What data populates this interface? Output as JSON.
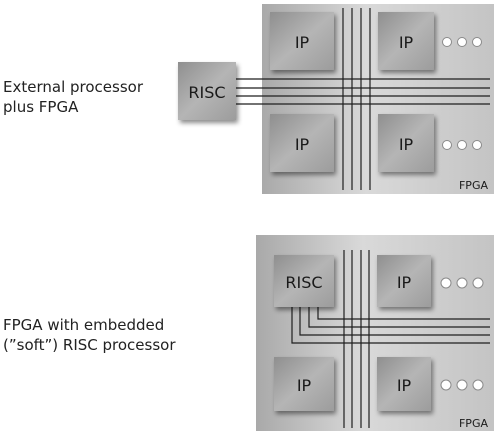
{
  "diagrams": [
    {
      "caption_lines": [
        "External processor",
        "plus FPGA"
      ],
      "fpga_label": "FPGA",
      "risc_label": "RISC",
      "ip_labels": [
        "IP",
        "IP",
        "IP",
        "IP"
      ]
    },
    {
      "caption_lines": [
        "FPGA with embedded",
        "(”soft”) RISC processor"
      ],
      "fpga_label": "FPGA",
      "risc_label": "RISC",
      "ip_labels": [
        "IP",
        "IP",
        "IP"
      ]
    }
  ]
}
